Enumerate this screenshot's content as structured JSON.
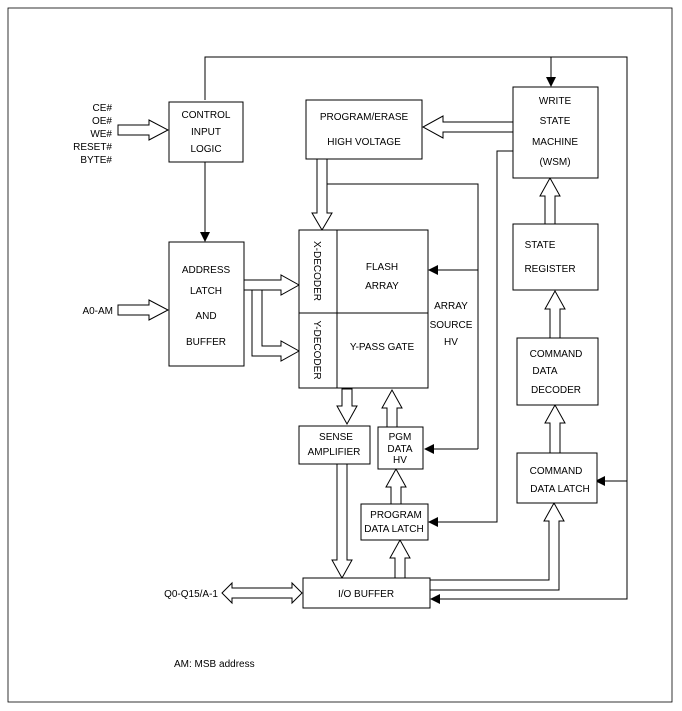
{
  "blocks": {
    "control": [
      "CONTROL",
      "INPUT",
      "LOGIC"
    ],
    "control_inputs": [
      "CE#",
      "OE#",
      "WE#",
      "RESET#",
      "BYTE#"
    ],
    "program_erase": [
      "PROGRAM/ERASE",
      "HIGH VOLTAGE"
    ],
    "wsm": [
      "WRITE",
      "STATE",
      "MACHINE",
      "(WSM)"
    ],
    "address_latch": [
      "ADDRESS",
      "LATCH",
      "AND",
      "BUFFER"
    ],
    "address_input": "A0-AM",
    "x_decoder": "X-DECODER",
    "y_decoder": "Y-DECODER",
    "flash_array": [
      "FLASH",
      "ARRAY"
    ],
    "y_pass_gate": "Y-PASS GATE",
    "array_source": [
      "ARRAY",
      "SOURCE",
      "HV"
    ],
    "state_register": [
      "STATE",
      "REGISTER"
    ],
    "command_decoder": [
      "COMMAND",
      "DATA",
      "DECODER"
    ],
    "command_latch": [
      "COMMAND",
      "DATA LATCH"
    ],
    "sense_amp": [
      "SENSE",
      "AMPLIFIER"
    ],
    "pgm_data_hv": [
      "PGM",
      "DATA",
      "HV"
    ],
    "program_latch": [
      "PROGRAM",
      "DATA LATCH"
    ],
    "io_buffer": "I/O BUFFER",
    "io_port": "Q0-Q15/A-1"
  },
  "footnote": "AM: MSB address"
}
